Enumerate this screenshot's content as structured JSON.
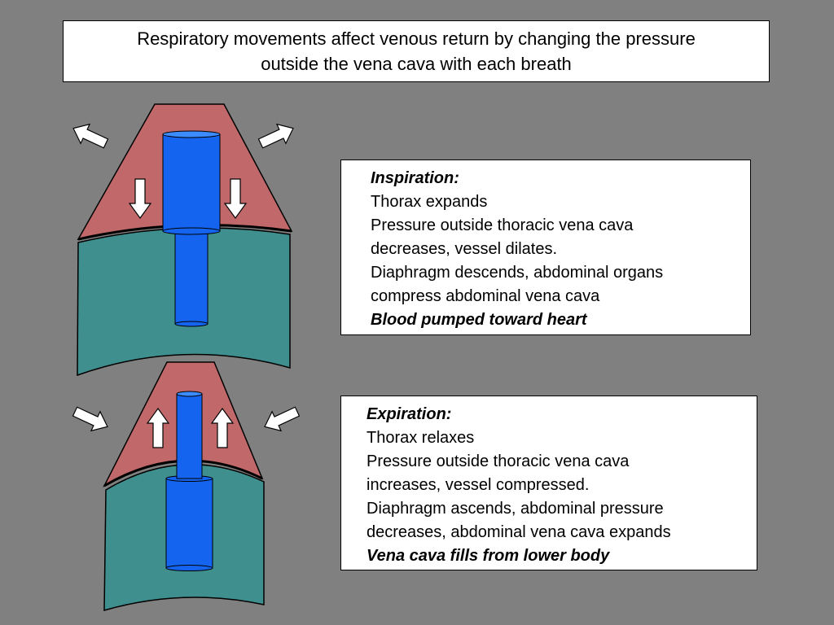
{
  "colors": {
    "background": "#808080",
    "thorax": "#c0686a",
    "abdomen": "#3f8f8f",
    "vena_cava": "#1464f0",
    "vena_cava_top": "#3c8cff",
    "arrow_fill": "#ffffff",
    "outline": "#000000"
  },
  "title": {
    "line1": "Respiratory movements affect venous return by changing the pressure",
    "line2": "outside the vena cava with each breath"
  },
  "inspiration": {
    "heading": "Inspiration:",
    "lines": [
      "Thorax expands",
      "Pressure outside thoracic vena cava",
      "decreases, vessel dilates.",
      "Diaphragm descends, abdominal organs",
      "compress abdominal vena cava"
    ],
    "summary": "Blood pumped toward heart"
  },
  "expiration": {
    "heading": "Expiration:",
    "lines": [
      "Thorax relaxes",
      "Pressure outside thoracic vena cava",
      "increases, vessel compressed.",
      "Diaphragm ascends, abdominal pressure",
      "decreases, abdominal vena cava expands"
    ],
    "summary": "Vena cava fills from lower body"
  },
  "icons": {
    "outward_arrow": "arrow-outward-icon",
    "inward_arrow": "arrow-inward-icon",
    "down_arrow": "arrow-down-icon",
    "up_arrow": "arrow-up-icon"
  }
}
